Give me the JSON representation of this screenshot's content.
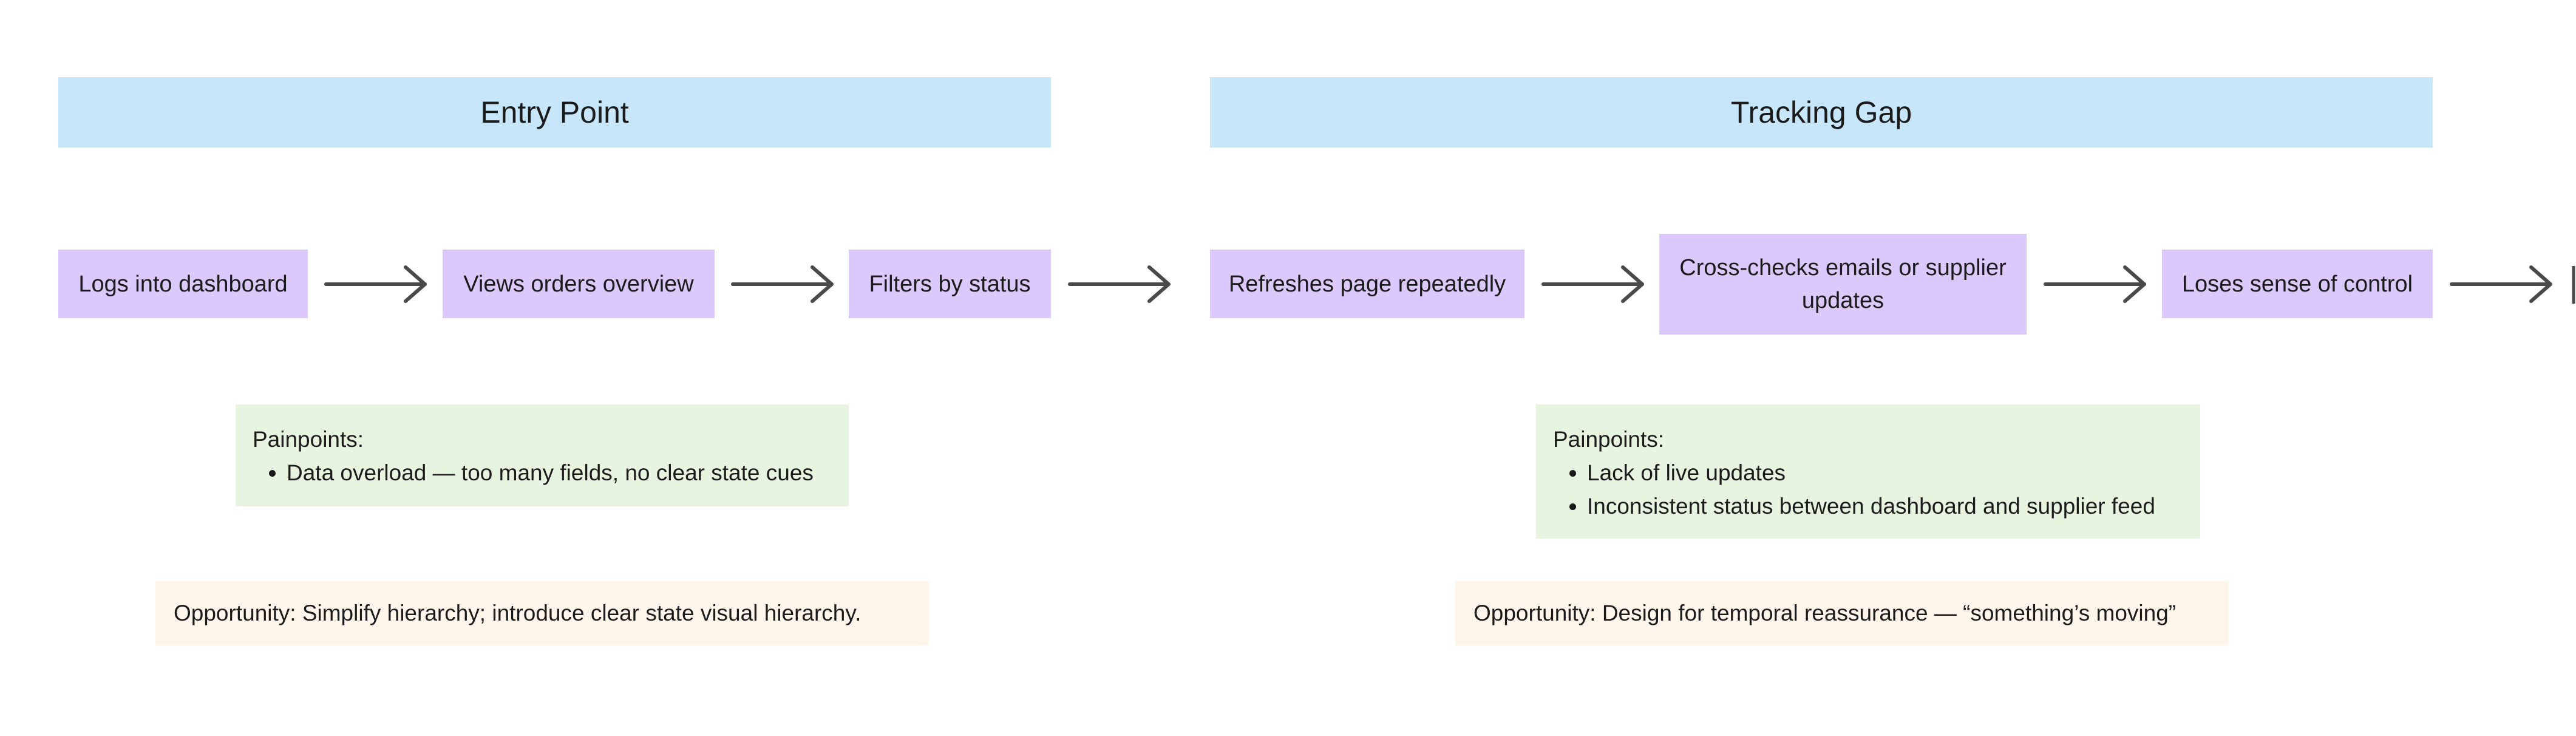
{
  "phases": [
    {
      "title": "Entry Point"
    },
    {
      "title": "Tracking Gap"
    }
  ],
  "steps": [
    {
      "label": "Logs into dashboard"
    },
    {
      "label": "Views orders overview"
    },
    {
      "label": "Filters by status"
    },
    {
      "label": "Refreshes page repeatedly"
    },
    {
      "label": "Cross-checks emails or supplier updates"
    },
    {
      "label": "Loses sense of control"
    }
  ],
  "painpoints": [
    {
      "heading": "Painpoints:",
      "items": [
        "Data overload — too many fields, no clear state cues"
      ]
    },
    {
      "heading": "Painpoints:",
      "items": [
        "Lack of live updates",
        "Inconsistent status between dashboard and supplier feed"
      ]
    }
  ],
  "opportunities": [
    {
      "text": "Opportunity: Simplify hierarchy; introduce clear state visual hierarchy."
    },
    {
      "text": "Opportunity: Design for temporal reassurance — “something’s moving”"
    }
  ],
  "colors": {
    "phase_header": "#c7e6fa",
    "step": "#dcc9fb",
    "painpoints": "#e7f4df",
    "opportunity": "#fff5ea",
    "arrow": "#4a4a4a"
  }
}
